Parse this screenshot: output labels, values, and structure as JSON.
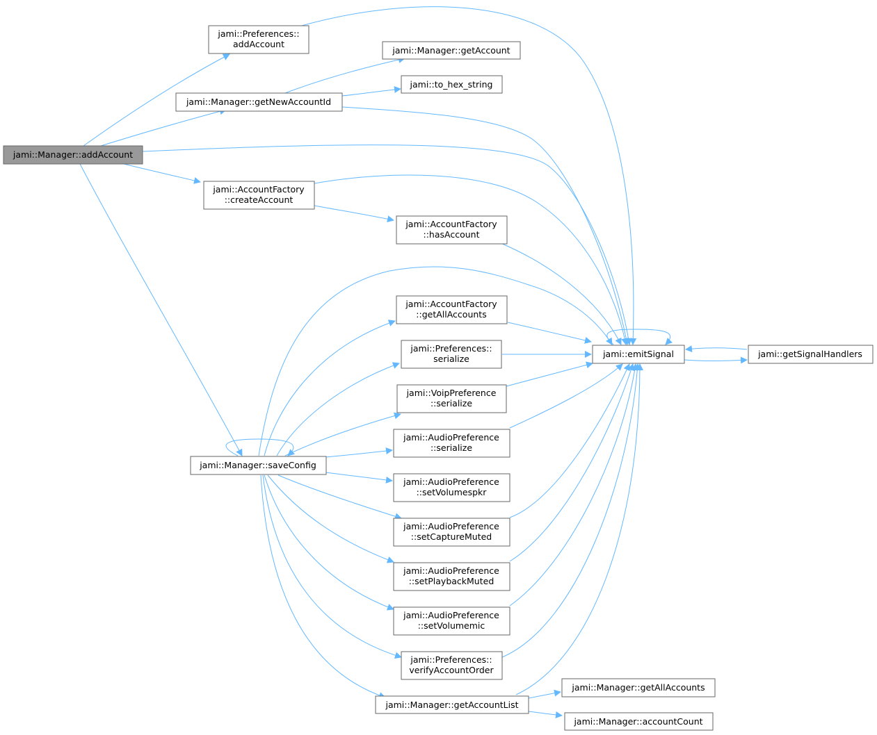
{
  "nodes": {
    "manager_add_account": {
      "lines": [
        "jami::Manager::addAccount"
      ]
    },
    "preferences_add_account": {
      "lines": [
        "jami::Preferences::",
        "addAccount"
      ]
    },
    "manager_get_account": {
      "lines": [
        "jami::Manager::getAccount"
      ]
    },
    "to_hex_string": {
      "lines": [
        "jami::to_hex_string"
      ]
    },
    "manager_get_new_account_id": {
      "lines": [
        "jami::Manager::getNewAccountId"
      ]
    },
    "account_factory_create_account": {
      "lines": [
        "jami::AccountFactory",
        "::createAccount"
      ]
    },
    "account_factory_has_account": {
      "lines": [
        "jami::AccountFactory",
        "::hasAccount"
      ]
    },
    "account_factory_get_all_accounts": {
      "lines": [
        "jami::AccountFactory",
        "::getAllAccounts"
      ]
    },
    "preferences_serialize": {
      "lines": [
        "jami::Preferences::",
        "serialize"
      ]
    },
    "voip_preference_serialize": {
      "lines": [
        "jami::VoipPreference",
        "::serialize"
      ]
    },
    "audio_preference_serialize": {
      "lines": [
        "jami::AudioPreference",
        "::serialize"
      ]
    },
    "manager_save_config": {
      "lines": [
        "jami::Manager::saveConfig"
      ]
    },
    "audio_preference_set_volumespkr": {
      "lines": [
        "jami::AudioPreference",
        "::setVolumespkr"
      ]
    },
    "audio_preference_set_capture_muted": {
      "lines": [
        "jami::AudioPreference",
        "::setCaptureMuted"
      ]
    },
    "audio_preference_set_playback_muted": {
      "lines": [
        "jami::AudioPreference",
        "::setPlaybackMuted"
      ]
    },
    "audio_preference_set_volumemic": {
      "lines": [
        "jami::AudioPreference",
        "::setVolumemic"
      ]
    },
    "preferences_verify_account_order": {
      "lines": [
        "jami::Preferences::",
        "verifyAccountOrder"
      ]
    },
    "manager_get_account_list": {
      "lines": [
        "jami::Manager::getAccountList"
      ]
    },
    "manager_get_all_accounts": {
      "lines": [
        "jami::Manager::getAllAccounts"
      ]
    },
    "manager_account_count": {
      "lines": [
        "jami::Manager::accountCount"
      ]
    },
    "emit_signal": {
      "lines": [
        "jami::emitSignal"
      ]
    },
    "get_signal_handlers": {
      "lines": [
        "jami::getSignalHandlers"
      ]
    }
  },
  "edges": [
    [
      "manager_add_account",
      "preferences_add_account"
    ],
    [
      "manager_add_account",
      "manager_get_new_account_id"
    ],
    [
      "manager_add_account",
      "emit_signal"
    ],
    [
      "manager_add_account",
      "account_factory_create_account"
    ],
    [
      "manager_add_account",
      "manager_save_config"
    ],
    [
      "preferences_add_account",
      "emit_signal"
    ],
    [
      "manager_get_new_account_id",
      "manager_get_account"
    ],
    [
      "manager_get_new_account_id",
      "to_hex_string"
    ],
    [
      "manager_get_new_account_id",
      "emit_signal"
    ],
    [
      "account_factory_create_account",
      "account_factory_has_account"
    ],
    [
      "account_factory_create_account",
      "emit_signal"
    ],
    [
      "account_factory_has_account",
      "emit_signal"
    ],
    [
      "manager_save_config",
      "account_factory_get_all_accounts"
    ],
    [
      "manager_save_config",
      "preferences_serialize"
    ],
    [
      "manager_save_config",
      "voip_preference_serialize"
    ],
    [
      "manager_save_config",
      "audio_preference_serialize"
    ],
    [
      "manager_save_config",
      "audio_preference_set_volumespkr"
    ],
    [
      "manager_save_config",
      "audio_preference_set_capture_muted"
    ],
    [
      "manager_save_config",
      "audio_preference_set_playback_muted"
    ],
    [
      "manager_save_config",
      "audio_preference_set_volumemic"
    ],
    [
      "manager_save_config",
      "preferences_verify_account_order"
    ],
    [
      "manager_save_config",
      "manager_get_account_list"
    ],
    [
      "manager_save_config",
      "emit_signal"
    ],
    [
      "manager_save_config",
      "manager_save_config"
    ],
    [
      "account_factory_get_all_accounts",
      "emit_signal"
    ],
    [
      "preferences_serialize",
      "emit_signal"
    ],
    [
      "voip_preference_serialize",
      "emit_signal"
    ],
    [
      "audio_preference_serialize",
      "emit_signal"
    ],
    [
      "audio_preference_set_capture_muted",
      "emit_signal"
    ],
    [
      "audio_preference_set_playback_muted",
      "emit_signal"
    ],
    [
      "audio_preference_set_volumemic",
      "emit_signal"
    ],
    [
      "preferences_verify_account_order",
      "emit_signal"
    ],
    [
      "manager_get_account_list",
      "manager_get_all_accounts"
    ],
    [
      "manager_get_account_list",
      "manager_account_count"
    ],
    [
      "manager_get_account_list",
      "emit_signal"
    ],
    [
      "emit_signal",
      "get_signal_handlers"
    ],
    [
      "emit_signal",
      "emit_signal"
    ],
    [
      "get_signal_handlers",
      "emit_signal"
    ]
  ],
  "colors": {
    "edge": "#63b8ff",
    "node_border": "#666666",
    "root_fill": "#999999",
    "node_fill": "#ffffff"
  }
}
